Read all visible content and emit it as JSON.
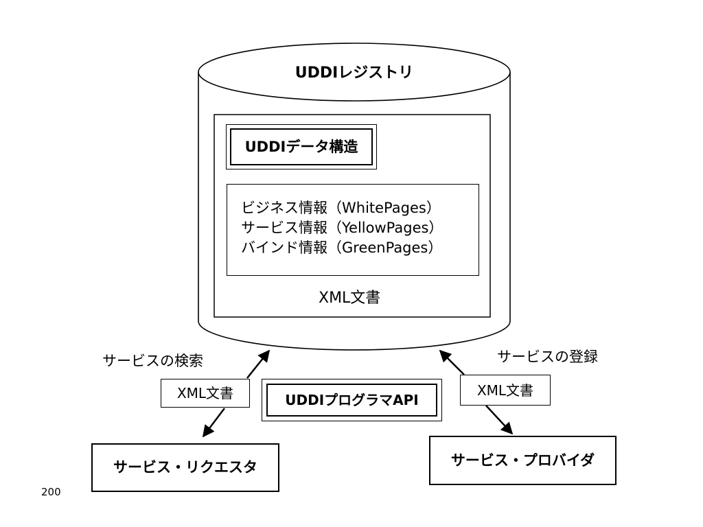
{
  "registry": {
    "title": "UDDIレジストリ",
    "structure_label": "UDDIデータ構造",
    "info": [
      "ビジネス情報（WhitePages）",
      "サービス情報（YellowPages）",
      "バインド情報（GreenPages）"
    ],
    "document_label": "XML文書"
  },
  "api_label": "UDDIプログラマAPI",
  "left_flow": {
    "caption": "サービスの検索",
    "document_label": "XML文書",
    "entity": "サービス・リクエスタ"
  },
  "right_flow": {
    "caption": "サービスの登録",
    "document_label": "XML文書",
    "entity": "サービス・プロバイダ"
  },
  "footer_text": "200"
}
